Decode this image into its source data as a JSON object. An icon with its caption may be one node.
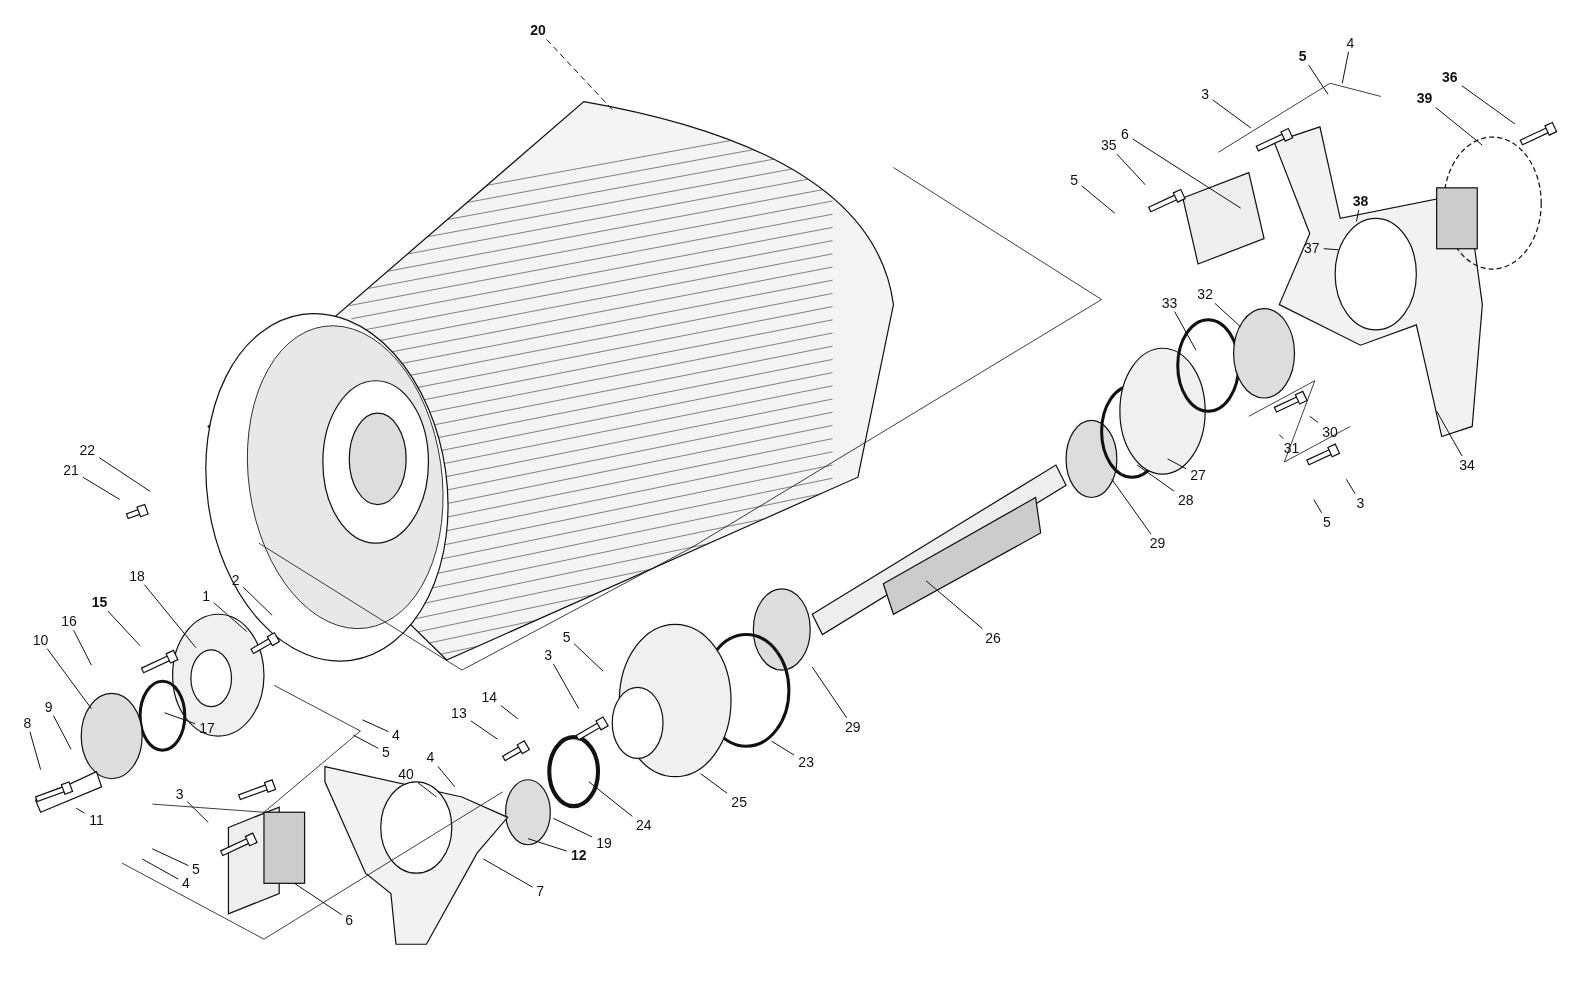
{
  "diagram": {
    "nodes": [
      {
        "text": [
          "20"
        ]
      },
      {
        "text": [
          "4"
        ]
      },
      {
        "text": [
          "5"
        ]
      },
      {
        "text": [
          "36"
        ]
      },
      {
        "text": [
          "39"
        ]
      },
      {
        "text": [
          "3"
        ]
      },
      {
        "text": [
          "35"
        ]
      },
      {
        "text": [
          "6"
        ]
      },
      {
        "text": [
          "5"
        ]
      },
      {
        "text": [
          "38"
        ]
      },
      {
        "text": [
          "37"
        ]
      },
      {
        "text": [
          "33"
        ]
      },
      {
        "text": [
          "32"
        ]
      },
      {
        "text": [
          "30"
        ]
      },
      {
        "text": [
          "31"
        ]
      },
      {
        "text": [
          "34"
        ]
      },
      {
        "text": [
          "3"
        ]
      },
      {
        "text": [
          "5"
        ]
      },
      {
        "text": [
          "27"
        ]
      },
      {
        "text": [
          "28"
        ]
      },
      {
        "text": [
          "29"
        ]
      },
      {
        "text": [
          "22"
        ]
      },
      {
        "text": [
          "21"
        ]
      },
      {
        "text": [
          "26"
        ]
      },
      {
        "text": [
          "18"
        ]
      },
      {
        "text": [
          "1"
        ]
      },
      {
        "text": [
          "2"
        ]
      },
      {
        "text": [
          "15"
        ]
      },
      {
        "text": [
          "16"
        ]
      },
      {
        "text": [
          "10"
        ]
      },
      {
        "text": [
          "9"
        ]
      },
      {
        "text": [
          "8"
        ]
      },
      {
        "text": [
          "17"
        ]
      },
      {
        "text": [
          "11"
        ]
      },
      {
        "text": [
          "5"
        ]
      },
      {
        "text": [
          "3"
        ]
      },
      {
        "text": [
          "13"
        ]
      },
      {
        "text": [
          "14"
        ]
      },
      {
        "text": [
          "4"
        ]
      },
      {
        "text": [
          "5"
        ]
      },
      {
        "text": [
          "4"
        ]
      },
      {
        "text": [
          "40"
        ]
      },
      {
        "text": [
          "3"
        ]
      },
      {
        "text": [
          "5"
        ]
      },
      {
        "text": [
          "4"
        ]
      },
      {
        "text": [
          "6"
        ]
      },
      {
        "text": [
          "7"
        ]
      },
      {
        "text": [
          "12"
        ]
      },
      {
        "text": [
          "19"
        ]
      },
      {
        "text": [
          "24"
        ]
      },
      {
        "text": [
          "25"
        ]
      },
      {
        "text": [
          "23"
        ]
      },
      {
        "text": [
          "29"
        ]
      }
    ],
    "edges": [
      {
        "from": 0,
        "to": null,
        "arrow": "none",
        "style": "dashed"
      },
      {
        "from": 1,
        "to": null,
        "arrow": "none"
      },
      {
        "from": 2,
        "to": null,
        "arrow": "none"
      },
      {
        "from": 3,
        "to": null,
        "arrow": "none"
      },
      {
        "from": 4,
        "to": null,
        "arrow": "none"
      },
      {
        "from": 5,
        "to": null,
        "arrow": "none"
      },
      {
        "from": 6,
        "to": null,
        "arrow": "none"
      },
      {
        "from": 7,
        "to": null,
        "arrow": "none"
      },
      {
        "from": 8,
        "to": null,
        "arrow": "none"
      },
      {
        "from": 9,
        "to": null,
        "arrow": "none"
      },
      {
        "from": 10,
        "to": null,
        "arrow": "none"
      },
      {
        "from": 11,
        "to": null,
        "arrow": "none"
      },
      {
        "from": 12,
        "to": null,
        "arrow": "none"
      },
      {
        "from": 13,
        "to": null,
        "arrow": "none"
      },
      {
        "from": 14,
        "to": null,
        "arrow": "none"
      },
      {
        "from": 15,
        "to": null,
        "arrow": "none"
      },
      {
        "from": 16,
        "to": null,
        "arrow": "none"
      },
      {
        "from": 17,
        "to": null,
        "arrow": "none"
      },
      {
        "from": 18,
        "to": null,
        "arrow": "none"
      },
      {
        "from": 19,
        "to": null,
        "arrow": "none"
      },
      {
        "from": 20,
        "to": null,
        "arrow": "none"
      },
      {
        "from": 21,
        "to": null,
        "arrow": "none"
      },
      {
        "from": 22,
        "to": null,
        "arrow": "none"
      },
      {
        "from": 23,
        "to": null,
        "arrow": "none"
      },
      {
        "from": 24,
        "to": null,
        "arrow": "none"
      },
      {
        "from": 25,
        "to": null,
        "arrow": "none"
      },
      {
        "from": 26,
        "to": null,
        "arrow": "none"
      },
      {
        "from": 27,
        "to": null,
        "arrow": "none"
      },
      {
        "from": 28,
        "to": null,
        "arrow": "none"
      },
      {
        "from": 29,
        "to": null,
        "arrow": "none"
      },
      {
        "from": 30,
        "to": null,
        "arrow": "none"
      },
      {
        "from": 31,
        "to": null,
        "arrow": "none"
      },
      {
        "from": 32,
        "to": null,
        "arrow": "none"
      },
      {
        "from": 33,
        "to": null,
        "arrow": "none"
      },
      {
        "from": 34,
        "to": null,
        "arrow": "none"
      },
      {
        "from": 35,
        "to": null,
        "arrow": "none"
      },
      {
        "from": 36,
        "to": null,
        "arrow": "none"
      },
      {
        "from": 37,
        "to": null,
        "arrow": "none"
      },
      {
        "from": 38,
        "to": null,
        "arrow": "none"
      },
      {
        "from": 39,
        "to": null,
        "arrow": "none"
      },
      {
        "from": 40,
        "to": null,
        "arrow": "none"
      },
      {
        "from": 41,
        "to": null,
        "arrow": "none"
      },
      {
        "from": 42,
        "to": null,
        "arrow": "none"
      },
      {
        "from": 43,
        "to": null,
        "arrow": "none"
      },
      {
        "from": 44,
        "to": null,
        "arrow": "none"
      },
      {
        "from": 45,
        "to": null,
        "arrow": "none"
      },
      {
        "from": 46,
        "to": null,
        "arrow": "none"
      },
      {
        "from": 47,
        "to": null,
        "arrow": "none"
      },
      {
        "from": 48,
        "to": null,
        "arrow": "none"
      },
      {
        "from": 49,
        "to": null,
        "arrow": "none"
      },
      {
        "from": 50,
        "to": null,
        "arrow": "none"
      },
      {
        "from": 51,
        "to": null,
        "arrow": "none"
      },
      {
        "from": 52,
        "to": null,
        "arrow": "none"
      }
    ]
  }
}
